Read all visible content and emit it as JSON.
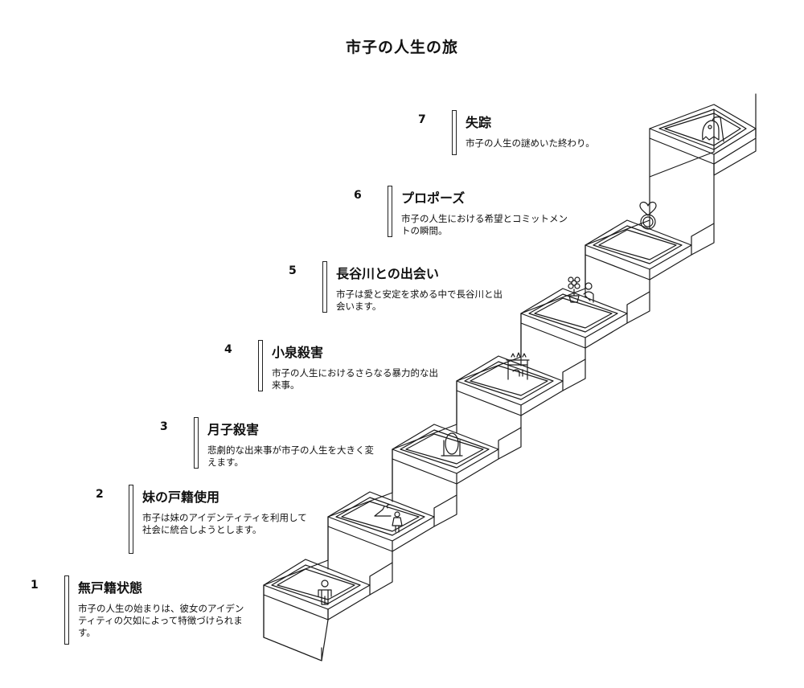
{
  "title": "市子の人生の旅",
  "steps": [
    {
      "number": "1",
      "title": "無戸籍状態",
      "description": "市子の人生の始まりは、彼女のアイデンティティの欠如によって特徴づけられます。",
      "icon": "person-icon"
    },
    {
      "number": "2",
      "title": "妹の戸籍使用",
      "description": "市子は妹のアイデンティティを利用して社会に統合しようとします。",
      "icon": "hanger-person-icon"
    },
    {
      "number": "3",
      "title": "月子殺害",
      "description": "悲劇的な出来事が市子の人生を大きく変えます。",
      "icon": "mirror-icon"
    },
    {
      "number": "4",
      "title": "小泉殺害",
      "description": "市子の人生におけるさらなる暴力的な出来事。",
      "icon": "fire-bath-icon"
    },
    {
      "number": "5",
      "title": "長谷川との出会い",
      "description": "市子は愛と安定を求める中で長谷川と出会います。",
      "icon": "flower-couple-icon"
    },
    {
      "number": "6",
      "title": "プロポーズ",
      "description": "市子の人生における希望とコミットメントの瞬間。",
      "icon": "heart-ring-icon"
    },
    {
      "number": "7",
      "title": "失踪",
      "description": "市子の人生の謎めいた終わり。",
      "icon": "reaper-icon"
    }
  ]
}
